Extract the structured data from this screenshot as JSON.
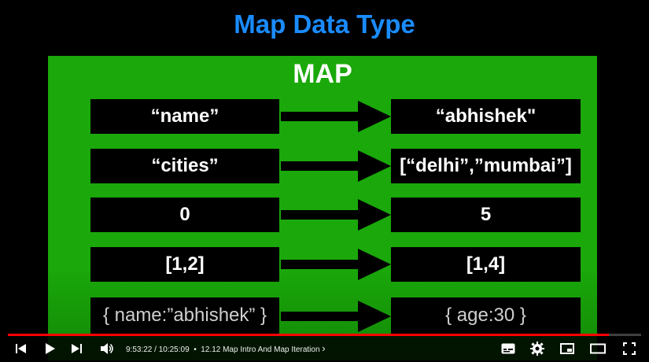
{
  "slide": {
    "title": "Map Data Type",
    "map_label": "MAP",
    "rows": [
      {
        "key": "“name”",
        "value": "“abhishek\""
      },
      {
        "key": "“cities”",
        "value": "[“delhi”,”mumbai”]"
      },
      {
        "key": "0",
        "value": "5"
      },
      {
        "key": "[1,2]",
        "value": "[1,4]"
      },
      {
        "key": "{ name:”abhishek” }",
        "value": "{ age:30 }"
      }
    ]
  },
  "player": {
    "current_time": "9:53:22",
    "separator": "/",
    "duration": "10:25:09",
    "bullet": "•",
    "chapter": "12.12 Map Intro And Map Iteration",
    "chapter_chevron": "›",
    "progress_fraction": 0.949,
    "colors": {
      "progress": "#ff0000",
      "title": "#1a8cff",
      "map_bg": "#1aa80a"
    }
  }
}
